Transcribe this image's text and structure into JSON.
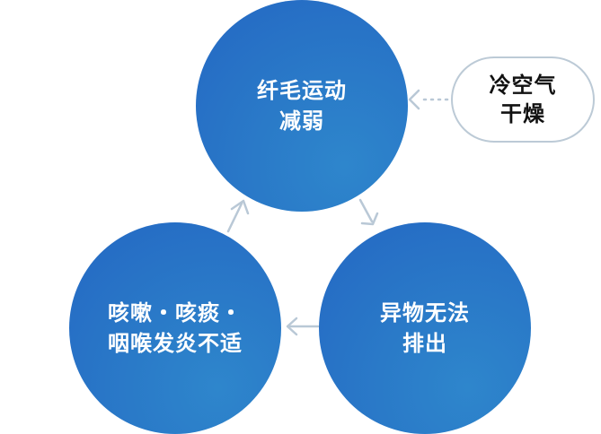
{
  "nodes": {
    "top": {
      "line1": "纤毛运动",
      "line2": "减弱"
    },
    "right": {
      "line1": "异物无法",
      "line2": "排出"
    },
    "left": {
      "line1": "咳嗽・咳痰・",
      "line2": "咽喉发炎不适"
    }
  },
  "side_note": {
    "line1": "冷空气",
    "line2": "干燥"
  },
  "colors": {
    "node_fill": "#2467c3",
    "node_fill_light": "#2e86cc",
    "arrow": "#b9c8d6",
    "bubble_border": "#bccad6"
  }
}
